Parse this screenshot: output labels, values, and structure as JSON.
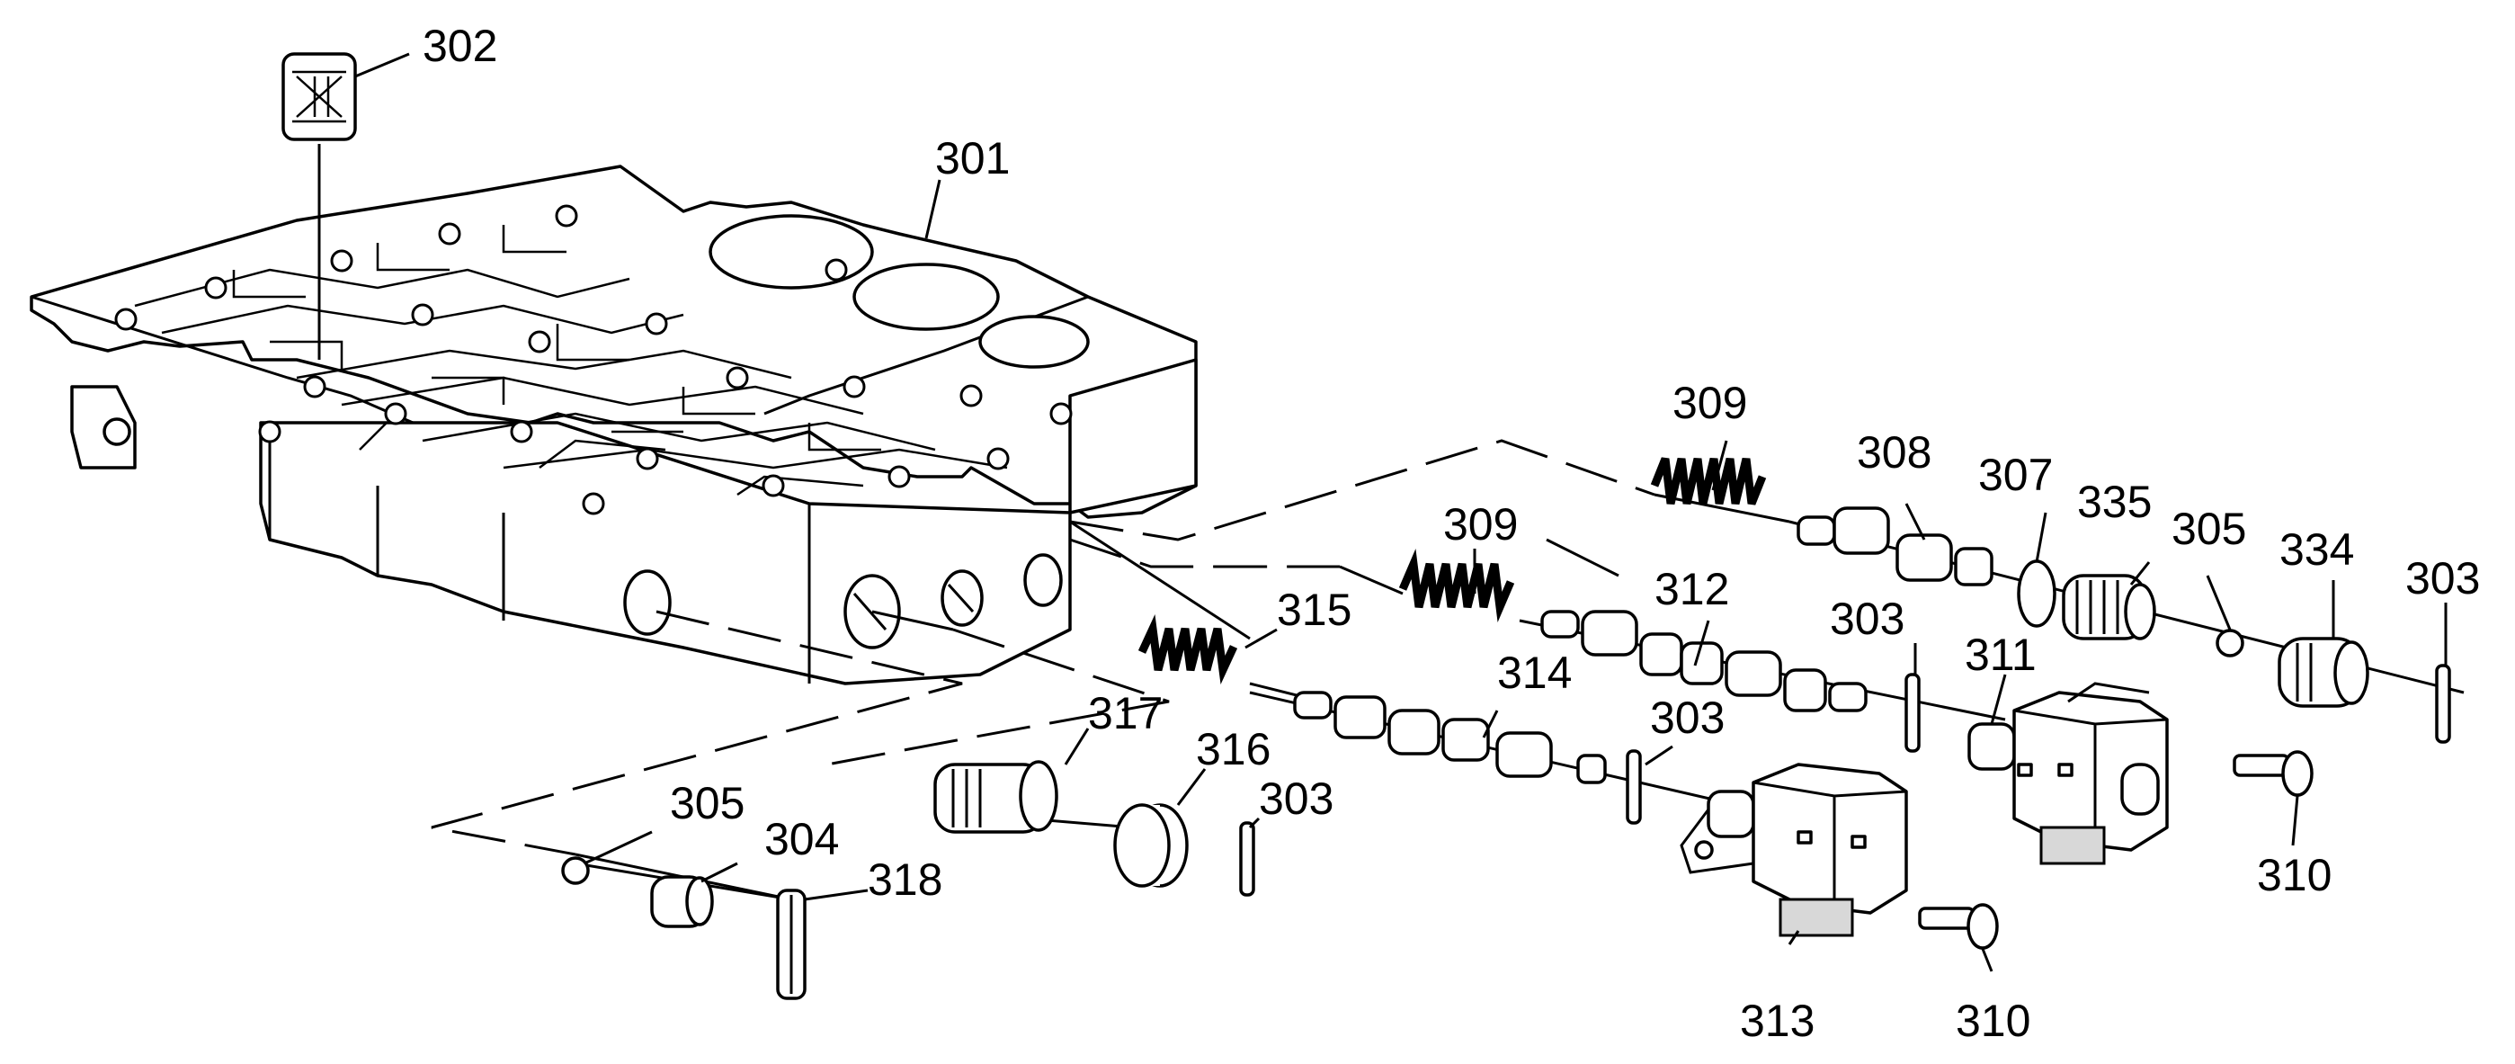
{
  "diagram": {
    "callouts": {
      "c301": "301",
      "c302": "302",
      "c303a": "303",
      "c303b": "303",
      "c303c": "303",
      "c303d": "303",
      "c304": "304",
      "c305a": "305",
      "c305b": "305",
      "c307": "307",
      "c308": "308",
      "c309a": "309",
      "c309b": "309",
      "c310a": "310",
      "c310b": "310",
      "c311": "311",
      "c312": "312",
      "c313": "313",
      "c314": "314",
      "c315": "315",
      "c316": "316",
      "c317": "317",
      "c318": "318",
      "c334": "334",
      "c335": "335"
    }
  }
}
